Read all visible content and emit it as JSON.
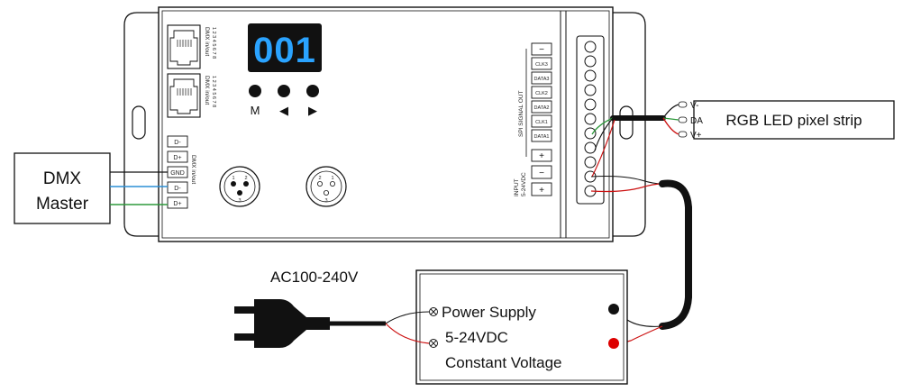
{
  "controller": {
    "display": "001",
    "buttons": [
      "M",
      "◀",
      "▶"
    ],
    "rj45_labels": [
      "DMX in/out",
      "DMX in/out"
    ],
    "rj45_pins": "1 2 3 4 5 6 7 8",
    "dmx_terminals": [
      "D-",
      "D+",
      "GND",
      "D-",
      "D+"
    ],
    "dmx_terminal_caption": "DMX in/out",
    "xlr_pins": [
      "1",
      "2",
      "3"
    ],
    "spi_terminals": [
      "−",
      "CLK3",
      "DATA3",
      "CLK2",
      "DATA2",
      "CLK1",
      "DATA1",
      "+"
    ],
    "spi_caption": "SPI SIGNAL OUT",
    "input_terminals": [
      "−",
      "+"
    ],
    "input_caption_1": "INPUT",
    "input_caption_2": "5-24VDC"
  },
  "dmx_master": {
    "line1": "DMX",
    "line2": "Master"
  },
  "led_strip": {
    "label": "RGB LED pixel strip",
    "pins": [
      "V-",
      "DA",
      "V+"
    ]
  },
  "power_supply": {
    "ac_label": "AC100-240V",
    "line1": "Power Supply",
    "line2": "5-24VDC",
    "line3": "Constant Voltage"
  },
  "colors": {
    "wire_black": "#111111",
    "wire_red": "#cc1111",
    "wire_green": "#2e9a3c",
    "wire_blue": "#2b8fd6",
    "display_bg": "#111111",
    "display_digits": "#2aa3ff",
    "terminal_red": "#dd0000"
  }
}
